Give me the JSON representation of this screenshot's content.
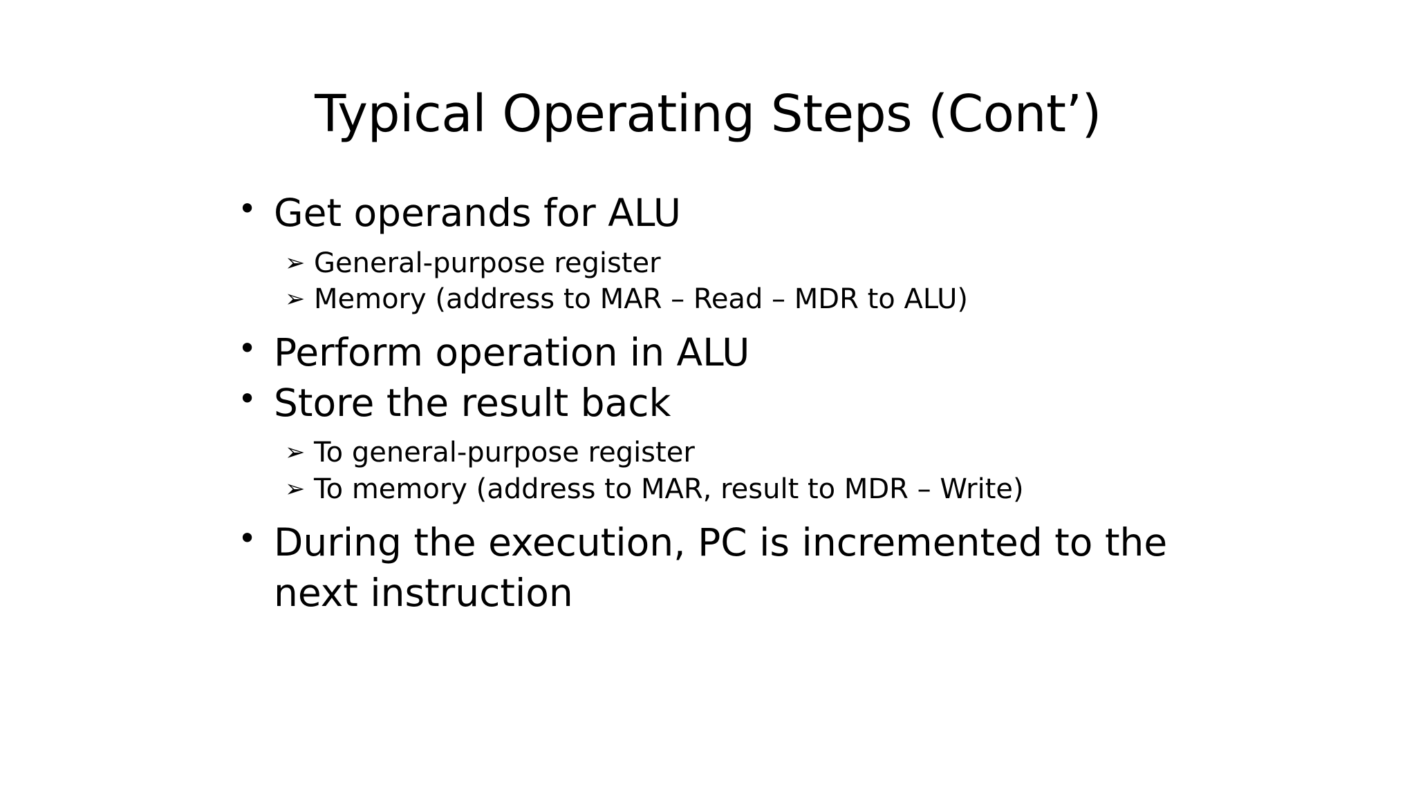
{
  "slide": {
    "title": "Typical Operating Steps (Cont’)",
    "background_color": "#ffffff",
    "text_color": "#000000",
    "bullet_marker_level1": "•",
    "bullet_marker_level2": "➢",
    "items": [
      {
        "level": 1,
        "text": "Get operands for ALU"
      },
      {
        "level": 2,
        "text": "General-purpose register"
      },
      {
        "level": 2,
        "text": "Memory (address to MAR – Read – MDR to ALU)"
      },
      {
        "level": 1,
        "text": "Perform operation in ALU"
      },
      {
        "level": 1,
        "text": "Store the result back"
      },
      {
        "level": 2,
        "text": "To general-purpose register"
      },
      {
        "level": 2,
        "text": "To memory (address to MAR, result to MDR – Write)"
      },
      {
        "level": 1,
        "text": "During the execution, PC is incremented to the next instruction"
      }
    ]
  }
}
